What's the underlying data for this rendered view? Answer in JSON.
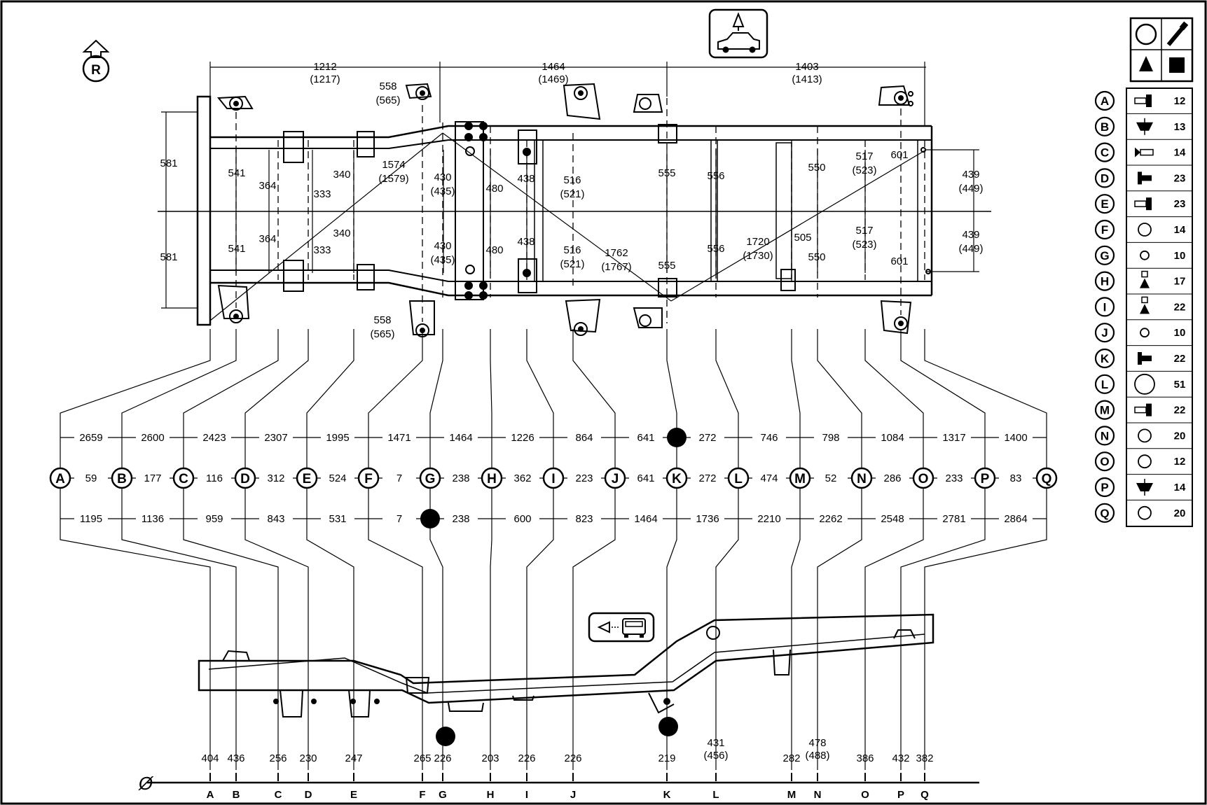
{
  "points": [
    "A",
    "B",
    "C",
    "D",
    "E",
    "F",
    "G",
    "H",
    "I",
    "J",
    "K",
    "L",
    "M",
    "N",
    "O",
    "P",
    "Q"
  ],
  "row_top_vals": [
    "2659",
    "2600",
    "2423",
    "2307",
    "1995",
    "1471",
    "1464",
    "1226",
    "864",
    "641",
    "272",
    "746",
    "798",
    "1084",
    "1317",
    "1400"
  ],
  "row_mid_vals": [
    "59",
    "177",
    "116",
    "312",
    "524",
    "7",
    "238",
    "362",
    "223",
    "641",
    "272",
    "474",
    "52",
    "286",
    "233",
    "83"
  ],
  "row_bot_vals": [
    "1195",
    "1136",
    "959",
    "843",
    "531",
    "7",
    "238",
    "600",
    "823",
    "1464",
    "1736",
    "2210",
    "2262",
    "2548",
    "2781",
    "2864"
  ],
  "top_dims": [
    {
      "label": "1212",
      "sub": "(1217)"
    },
    {
      "label": "1464",
      "sub": "(1469)"
    },
    {
      "label": "1403",
      "sub": "(1413)"
    }
  ],
  "plan_texts": [
    {
      "id": "t581a",
      "text": "581"
    },
    {
      "id": "t581b",
      "text": "581"
    },
    {
      "id": "t541a",
      "text": "541"
    },
    {
      "id": "t541b",
      "text": "541"
    },
    {
      "id": "t364a",
      "text": "364"
    },
    {
      "id": "t364b",
      "text": "364"
    },
    {
      "id": "t333a",
      "text": "333"
    },
    {
      "id": "t333b",
      "text": "333"
    },
    {
      "id": "t340a",
      "text": "340"
    },
    {
      "id": "t340b",
      "text": "340"
    },
    {
      "id": "t558a",
      "text": "558"
    },
    {
      "id": "t565a",
      "text": "(565)"
    },
    {
      "id": "t558b",
      "text": "558"
    },
    {
      "id": "t565b",
      "text": "(565)"
    },
    {
      "id": "t1574",
      "text": "1574"
    },
    {
      "id": "t1579",
      "text": "(1579)"
    },
    {
      "id": "t430a",
      "text": "430"
    },
    {
      "id": "t435a",
      "text": "(435)"
    },
    {
      "id": "t430b",
      "text": "430"
    },
    {
      "id": "t435b",
      "text": "(435)"
    },
    {
      "id": "t480a",
      "text": "480"
    },
    {
      "id": "t480b",
      "text": "480"
    },
    {
      "id": "t438a",
      "text": "438"
    },
    {
      "id": "t438b",
      "text": "438"
    },
    {
      "id": "t516a",
      "text": "516"
    },
    {
      "id": "t521a",
      "text": "(521)"
    },
    {
      "id": "t516b",
      "text": "516"
    },
    {
      "id": "t521b",
      "text": "(521)"
    },
    {
      "id": "t1762",
      "text": "1762"
    },
    {
      "id": "t1767",
      "text": "(1767)"
    },
    {
      "id": "t555a",
      "text": "555"
    },
    {
      "id": "t555b",
      "text": "555"
    },
    {
      "id": "t556a",
      "text": "556"
    },
    {
      "id": "t556b",
      "text": "556"
    },
    {
      "id": "t1720",
      "text": "1720"
    },
    {
      "id": "t1730",
      "text": "(1730)"
    },
    {
      "id": "t505",
      "text": "505"
    },
    {
      "id": "t550a",
      "text": "550"
    },
    {
      "id": "t550b",
      "text": "550"
    },
    {
      "id": "t517a",
      "text": "517"
    },
    {
      "id": "t523a",
      "text": "(523)"
    },
    {
      "id": "t517b",
      "text": "517"
    },
    {
      "id": "t523b",
      "text": "(523)"
    },
    {
      "id": "t601a",
      "text": "601"
    },
    {
      "id": "t601b",
      "text": "601"
    },
    {
      "id": "t439a",
      "text": "439"
    },
    {
      "id": "t449a",
      "text": "(449)"
    },
    {
      "id": "t439b",
      "text": "439"
    },
    {
      "id": "t449b",
      "text": "(449)"
    }
  ],
  "heights": [
    "404",
    "436",
    "256",
    "230",
    "247",
    "265",
    "226",
    "203",
    "226",
    "226",
    "219",
    "431",
    "282",
    "478",
    "386",
    "432",
    "382"
  ],
  "heights_sub": {
    "L": "(456)",
    "N": "(488)"
  },
  "bottom_letters": [
    "A",
    "B",
    "C",
    "D",
    "E",
    "F",
    "G",
    "H",
    "I",
    "J",
    "K",
    "L",
    "M",
    "N",
    "O",
    "P",
    "Q"
  ],
  "datum_symbol": "Ø",
  "reference_marker": "R",
  "legend": [
    {
      "letter": "A",
      "icon": "bolt-nut-icon",
      "value": "12"
    },
    {
      "letter": "B",
      "icon": "bracket-icon",
      "value": "13"
    },
    {
      "letter": "C",
      "icon": "bolt-icon",
      "value": "14"
    },
    {
      "letter": "D",
      "icon": "stud-icon",
      "value": "23"
    },
    {
      "letter": "E",
      "icon": "bolt-nut-icon",
      "value": "23"
    },
    {
      "letter": "F",
      "icon": "hole-icon",
      "value": "14"
    },
    {
      "letter": "G",
      "icon": "small-hole-icon",
      "value": "10"
    },
    {
      "letter": "H",
      "icon": "cone-pin-icon",
      "value": "17"
    },
    {
      "letter": "I",
      "icon": "cone-pin-icon",
      "value": "22"
    },
    {
      "letter": "J",
      "icon": "small-hole-icon",
      "value": "10"
    },
    {
      "letter": "K",
      "icon": "stud-icon",
      "value": "22"
    },
    {
      "letter": "L",
      "icon": "large-hole-icon",
      "value": "51"
    },
    {
      "letter": "M",
      "icon": "bolt-nut-icon",
      "value": "22"
    },
    {
      "letter": "N",
      "icon": "hole-icon",
      "value": "20"
    },
    {
      "letter": "O",
      "icon": "hole-icon",
      "value": "12"
    },
    {
      "letter": "P",
      "icon": "bracket-icon",
      "value": "14"
    },
    {
      "letter": "Q",
      "icon": "hole-icon",
      "value": "20"
    }
  ],
  "legend_header_icons": [
    "circle-icon",
    "pin-tool-icon",
    "triangle-icon",
    "square-icon"
  ],
  "view_icons": [
    "top-view-car-icon",
    "side-view-car-icon"
  ],
  "reference_points_filled": [
    "G",
    "K"
  ]
}
